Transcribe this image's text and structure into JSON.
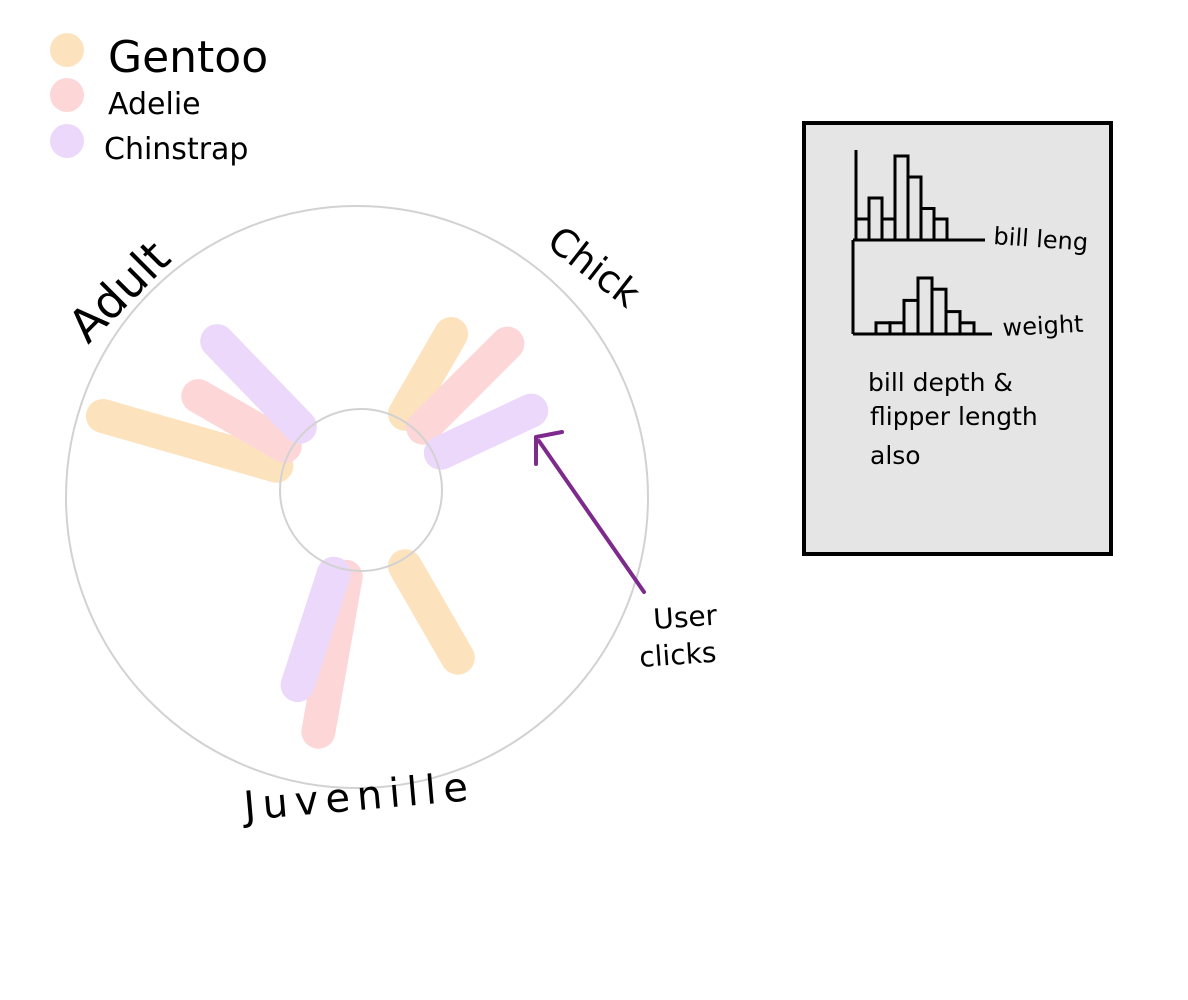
{
  "legend": {
    "items": [
      {
        "label": "Gentoo",
        "color": "#fde3bd"
      },
      {
        "label": "Adelie",
        "color": "#fdd6d8"
      },
      {
        "label": "Chinstrap",
        "color": "#ecd8fa"
      }
    ]
  },
  "ring_labels": {
    "adult": "Adult",
    "chick": "Chick",
    "juvenile": "Juvenille"
  },
  "annotation": {
    "text_line1": "User",
    "text_line2": "clicks",
    "arrow_color": "#7d2a8c"
  },
  "detail_panel": {
    "histogram1_label": "bill leng",
    "histogram1_bars": [
      2,
      4,
      2,
      8,
      6,
      3,
      2
    ],
    "histogram2_label": "weight",
    "histogram2_bars": [
      1,
      1,
      3,
      5,
      4,
      2,
      1
    ],
    "note_line1": "bill depth &",
    "note_line2": "flipper length",
    "note_line3": "also",
    "background": "#e5e5e5"
  },
  "chart_data": {
    "type": "radial-bar",
    "groups": [
      "Adult",
      "Chick",
      "Juvenille"
    ],
    "series": [
      {
        "name": "Gentoo",
        "values": [
          0.94,
          0.48,
          0.55
        ]
      },
      {
        "name": "Adelie",
        "values": [
          0.52,
          0.62,
          0.82
        ]
      },
      {
        "name": "Chinstrap",
        "values": [
          0.62,
          0.52,
          0.61
        ]
      }
    ]
  }
}
